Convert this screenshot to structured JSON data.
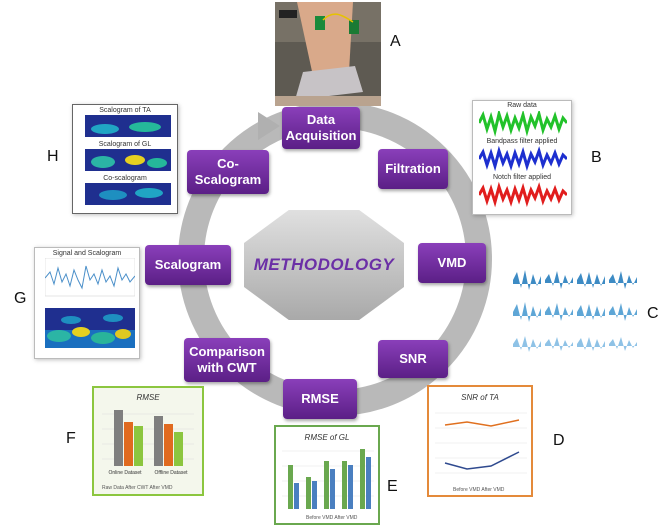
{
  "center": {
    "label": "METHODOLOGY"
  },
  "steps": [
    {
      "id": "data-acquisition",
      "label": "Data Acquisition"
    },
    {
      "id": "filtration",
      "label": "Filtration"
    },
    {
      "id": "vmd",
      "label": "VMD"
    },
    {
      "id": "snr",
      "label": "SNR"
    },
    {
      "id": "rmse",
      "label": "RMSE"
    },
    {
      "id": "comparison",
      "label": "Comparison with CWT"
    },
    {
      "id": "scalogram",
      "label": "Scalogram"
    },
    {
      "id": "co-scalogram",
      "label": "Co-Scalogram"
    }
  ],
  "letters": [
    "A",
    "B",
    "C",
    "D",
    "E",
    "F",
    "G",
    "H"
  ],
  "panels": {
    "filtration": {
      "titles": [
        "Raw data",
        "Bandpass filter applied",
        "Notch filter applied"
      ],
      "colors": [
        "#22c22a",
        "#1d2fcf",
        "#e11d1d"
      ]
    },
    "snr": {
      "title": "SNR of TA",
      "legend": [
        "Before VMD",
        "After VMD"
      ],
      "colors": [
        "#2f4a8f",
        "#e0701f"
      ]
    },
    "rmse_gl": {
      "title": "RMSE of GL",
      "legend": [
        "Before VMD",
        "After VMD"
      ],
      "colors": [
        "#6aa84f",
        "#4a7fc0"
      ]
    },
    "rmse": {
      "title": "RMSE",
      "categories": [
        "Online Dataset",
        "Offline Dataset"
      ],
      "legend": [
        "Raw Data",
        "After CWT",
        "After VMD"
      ],
      "colors": [
        "#7f7f7f",
        "#e06a1f",
        "#8cc63f"
      ]
    },
    "scalogram": {
      "title": "Signal and Scalogram"
    },
    "co_scalogram": {
      "titles": [
        "Scalogram of TA",
        "Scalogram of GL",
        "Co-scalogram"
      ]
    }
  }
}
